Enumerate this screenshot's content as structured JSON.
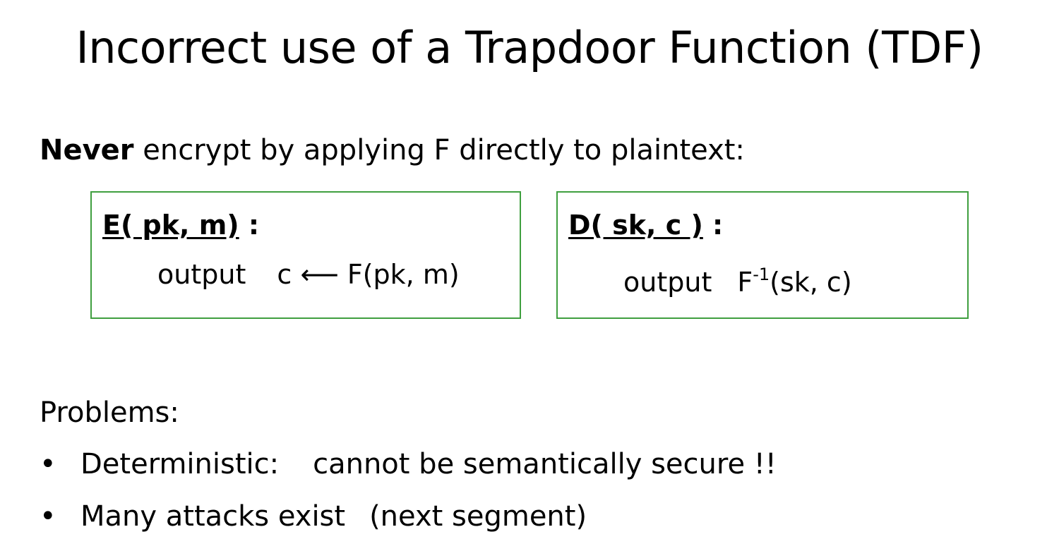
{
  "slide": {
    "title": "Incorrect use of a Trapdoor Function (TDF)",
    "intro": {
      "emphasis": "Never",
      "rest": " encrypt by applying F directly to plaintext:"
    },
    "encrypt_box": {
      "signature": "E( pk, m)",
      "colon": " :",
      "keyword": "output",
      "expr": "c ⟵ F(pk, m)"
    },
    "decrypt_box": {
      "signature": "D( sk,  c )",
      "colon": " :",
      "keyword": "output",
      "func": "F",
      "superscript": "-1",
      "args": "(sk, c)"
    },
    "problems": {
      "heading": "Problems:",
      "bullet_symbol": "•",
      "items": [
        {
          "label": "Deterministic:",
          "detail": "cannot be semantically secure !!"
        },
        {
          "label": "Many attacks exist",
          "detail": "(next segment)"
        }
      ]
    },
    "colors": {
      "box_border": "#3f9f3f",
      "text": "#000000",
      "background": "#ffffff"
    }
  }
}
